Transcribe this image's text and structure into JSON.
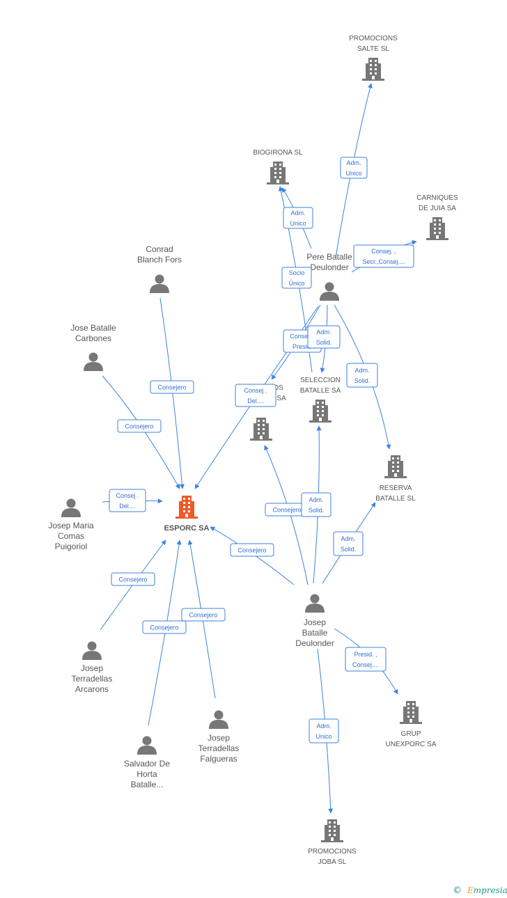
{
  "colors": {
    "edge": "#3b82e0",
    "edge_text": "#2f6fd0",
    "node_gray": "#777777",
    "node_main": "#f05a28",
    "label": "#555555",
    "watermark": "#1e9a8c"
  },
  "nodes": [
    {
      "id": "esporc",
      "type": "company",
      "main": true,
      "lines": [
        "ESPORC SA"
      ]
    },
    {
      "id": "promocions_salte",
      "type": "company",
      "lines": [
        "PROMOCIONS",
        "SALTE SL"
      ]
    },
    {
      "id": "biogirona",
      "type": "company",
      "lines": [
        "BIOGIRONA SL"
      ]
    },
    {
      "id": "carniques",
      "type": "company",
      "lines": [
        "CARNIQUES",
        "DE JUIA SA"
      ]
    },
    {
      "id": "pere",
      "type": "person",
      "lines": [
        "Pere Batalle",
        "Deulonder"
      ]
    },
    {
      "id": "conrad",
      "type": "person",
      "lines": [
        "Conrad",
        "Blanch Fors"
      ]
    },
    {
      "id": "jose_batalle",
      "type": "person",
      "lines": [
        "Jose Batalle",
        "Carbones"
      ]
    },
    {
      "id": "productos",
      "type": "company",
      "lines": [
        "PRODUCTOS",
        "NORDESTE SA"
      ]
    },
    {
      "id": "seleccion",
      "type": "company",
      "lines": [
        "SELECCION",
        "BATALLE SA"
      ]
    },
    {
      "id": "reserva",
      "type": "company",
      "lines": [
        "RESERVA",
        "BATALLE SL"
      ]
    },
    {
      "id": "josep_maria",
      "type": "person",
      "lines": [
        "Josep Maria",
        "Comas",
        "Puigoriol"
      ]
    },
    {
      "id": "josep_batalle",
      "type": "person",
      "lines": [
        "Josep",
        "Batalle",
        "Deulonder"
      ]
    },
    {
      "id": "josep_terr_arc",
      "type": "person",
      "lines": [
        "Josep",
        "Terradellas",
        "Arcarons"
      ]
    },
    {
      "id": "grup",
      "type": "company",
      "lines": [
        "GRUP",
        "UNEXPORC SA"
      ]
    },
    {
      "id": "josep_terr_fal",
      "type": "person",
      "lines": [
        "Josep",
        "Terradellas",
        "Falgueras"
      ]
    },
    {
      "id": "salvador",
      "type": "person",
      "lines": [
        "Salvador De",
        "Horta",
        "Batalle..."
      ]
    },
    {
      "id": "promocions_joba",
      "type": "company",
      "lines": [
        "PROMOCIONS",
        "JOBA SL"
      ]
    }
  ],
  "edges": [
    {
      "from": "pere",
      "to": "promocions_salte",
      "lines": [
        "Adm.",
        "Unico"
      ]
    },
    {
      "from": "pere",
      "to": "biogirona",
      "lines": [
        "Adm.",
        "Unico"
      ]
    },
    {
      "from": "seleccion",
      "to": "biogirona",
      "lines": [
        "Socio",
        "Único"
      ]
    },
    {
      "from": "pere",
      "to": "carniques",
      "lines": [
        "Consej. ,",
        "Secr.,Consej...."
      ]
    },
    {
      "from": "pere",
      "to": "productos",
      "lines": [
        "Consej. ,",
        "Presid."
      ]
    },
    {
      "from": "pere",
      "to": "seleccion",
      "lines": [
        "Adm.",
        "Solid."
      ]
    },
    {
      "from": "pere",
      "to": "reserva",
      "lines": [
        "Adm.",
        "Solid."
      ]
    },
    {
      "from": "pere",
      "to": "esporc",
      "lines": [
        "Consej .",
        "Del...."
      ]
    },
    {
      "from": "conrad",
      "to": "esporc",
      "lines": [
        "Consejero"
      ]
    },
    {
      "from": "jose_batalle",
      "to": "esporc",
      "lines": [
        "Consejero"
      ]
    },
    {
      "from": "josep_maria",
      "to": "esporc",
      "lines": [
        "Consej .",
        "Del...."
      ]
    },
    {
      "from": "josep_terr_arc",
      "to": "esporc",
      "lines": [
        "Consejero"
      ]
    },
    {
      "from": "salvador",
      "to": "esporc",
      "lines": [
        "Consejero"
      ]
    },
    {
      "from": "josep_terr_fal",
      "to": "esporc",
      "lines": [
        "Consejero"
      ]
    },
    {
      "from": "josep_batalle",
      "to": "esporc",
      "lines": [
        "Consejero"
      ]
    },
    {
      "from": "josep_batalle",
      "to": "productos",
      "lines": [
        "Consejero"
      ]
    },
    {
      "from": "josep_batalle",
      "to": "seleccion",
      "lines": [
        "Adm.",
        "Solid."
      ]
    },
    {
      "from": "josep_batalle",
      "to": "reserva",
      "lines": [
        "Adm.",
        "Solid."
      ]
    },
    {
      "from": "josep_batalle",
      "to": "grup",
      "lines": [
        "Presid. ,",
        "Consej...."
      ]
    },
    {
      "from": "josep_batalle",
      "to": "promocions_joba",
      "lines": [
        "Adm.",
        "Unico"
      ]
    }
  ],
  "watermark": {
    "symbol": "©",
    "brand_initial": "E",
    "brand_rest": "mpresia"
  }
}
